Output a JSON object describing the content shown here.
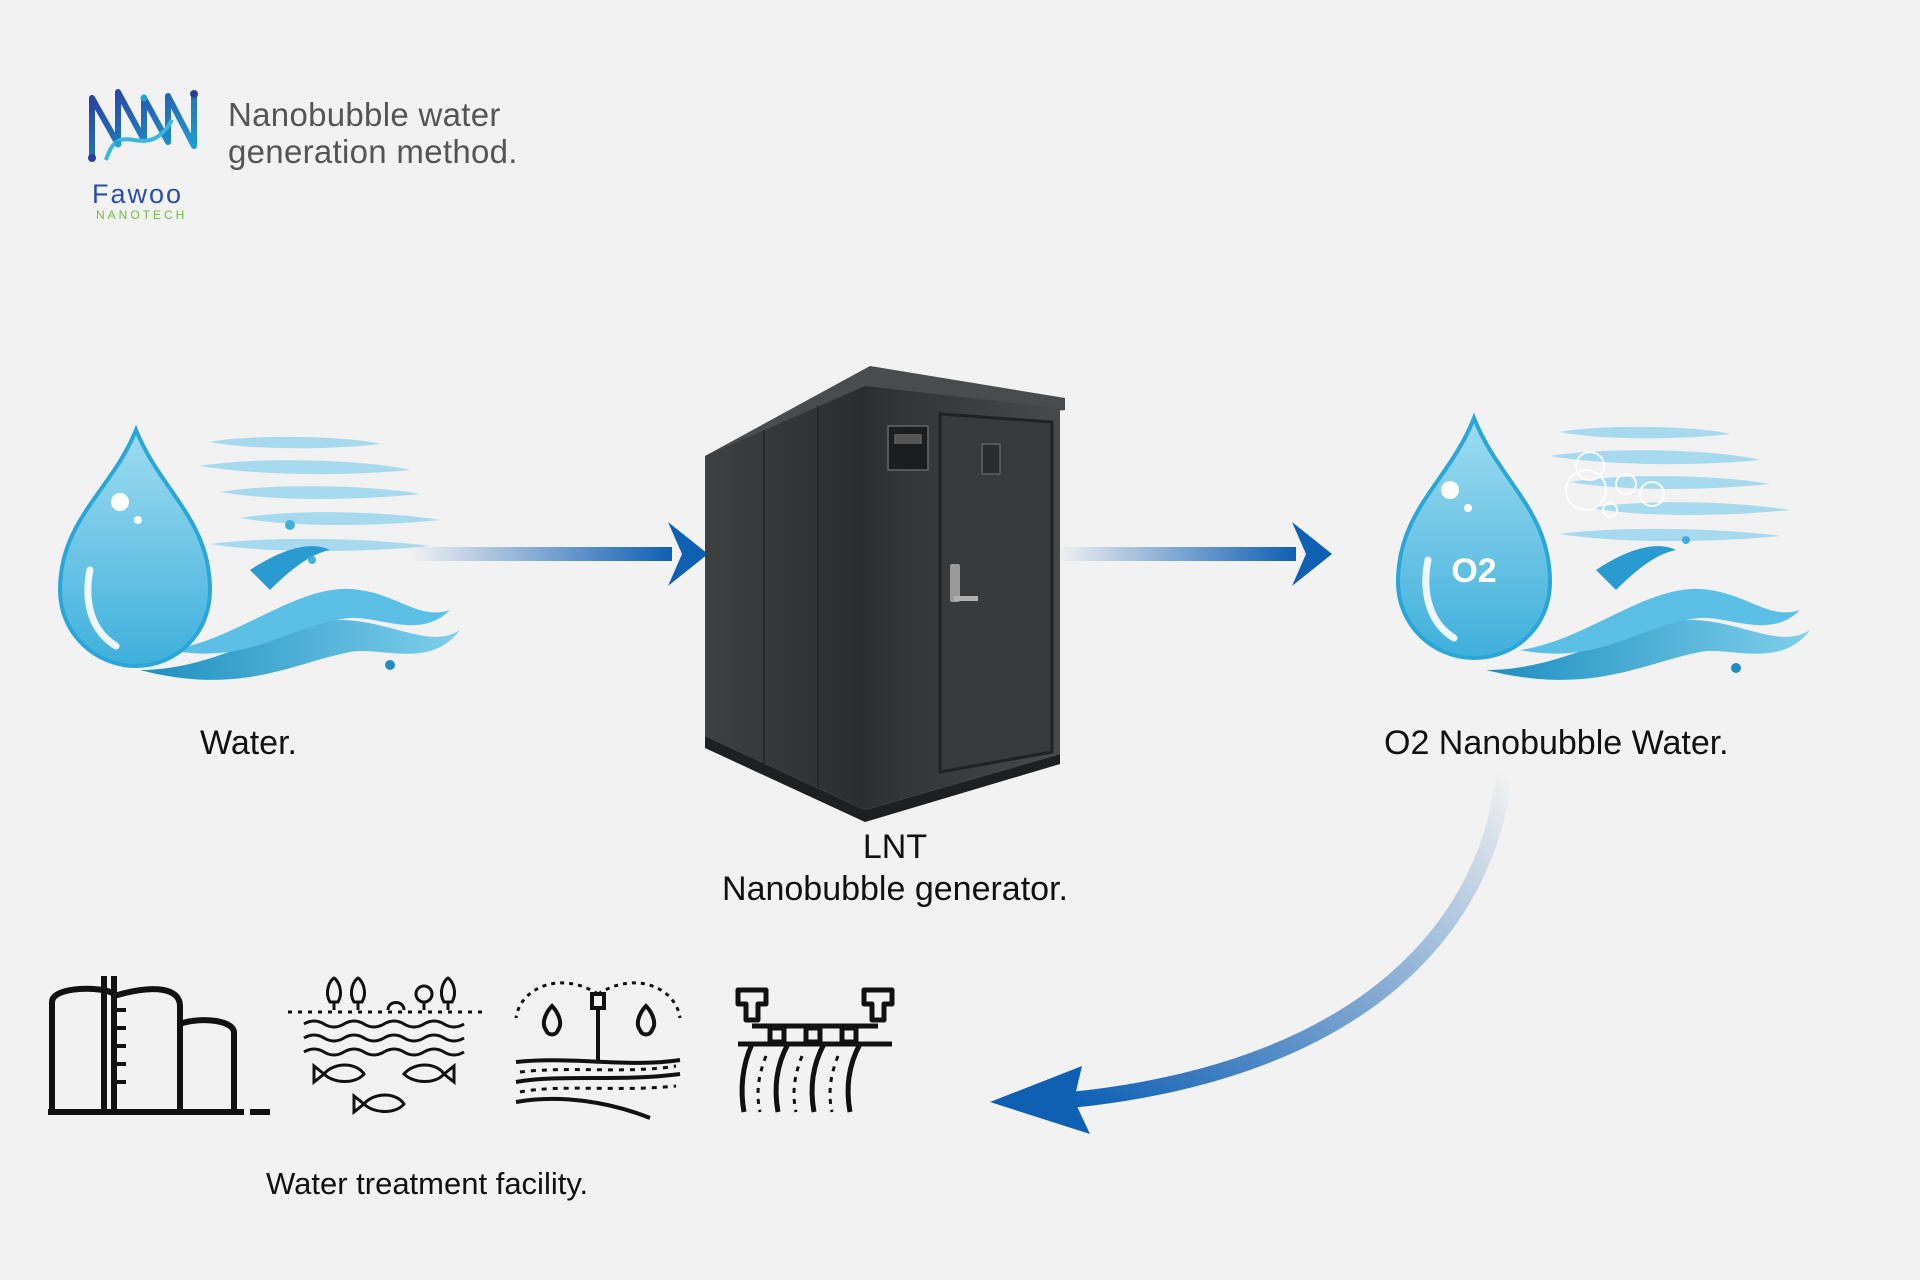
{
  "brand": {
    "title": "Nanobubble water\ngeneration method.",
    "name": "Fawoo",
    "subname": "NANOTECH"
  },
  "labels": {
    "water": "Water.",
    "generator_line1": "LNT",
    "generator_line2": "Nanobubble generator.",
    "o2_water": "O2 Nanobubble Water.",
    "o2_badge": "O2",
    "facility": "Water treatment facility."
  },
  "icons": [
    "water-drop-wave-icon",
    "nanobubble-generator-cabinet",
    "o2-drop-wave-icon",
    "storage-tank-icon",
    "aquaculture-fish-icon",
    "irrigation-sprinkler-icon",
    "water-channel-icon"
  ],
  "colors": {
    "arrow_blue": "#0f5fb3",
    "water_light": "#7fd0ec",
    "water_dark": "#1e8fc0",
    "cabinet": "#3a3b3c",
    "logo_blue": "#2a4ea8",
    "logo_green": "#6cbf3b"
  }
}
